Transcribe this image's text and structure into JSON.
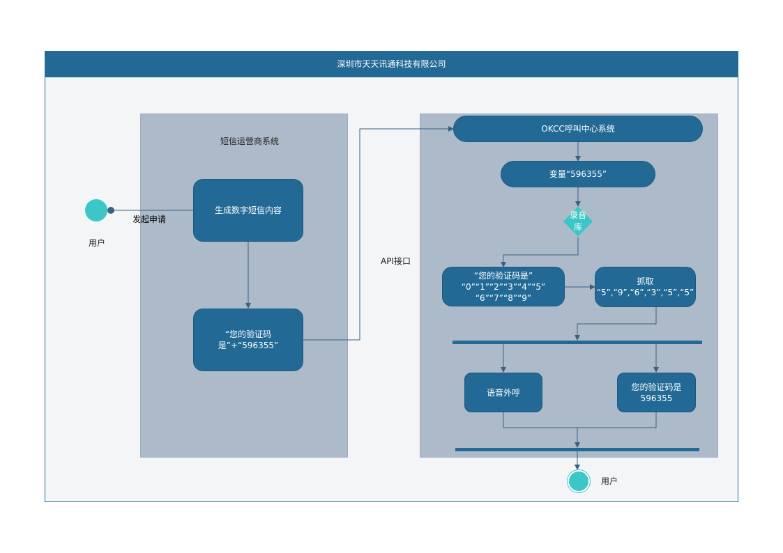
{
  "title": "深圳市天天讯通科技有限公司",
  "lanes": {
    "sms_title": "短信运营商系统"
  },
  "user_start_label": "用户",
  "user_end_label": "用户",
  "request_label": "发起申请",
  "api_label": "API接口",
  "nodes": {
    "generate_sms": "生成数字短信内容",
    "sms_code": "“您的验证码\n是”+“596355”",
    "okcc": "OKCC呼叫中心系统",
    "variable": "变量“596355”",
    "library": "录音\n库",
    "code_digits": "“您的验证码是”\n“0”“1”“2”“3”“4”“5”\n“6”“7”“8”“9”",
    "grab": "抓取\n“5”,“9”,“6”,“3”,“5”,“5”",
    "voice_call": "语音外呼",
    "final_code": "您的验证码是\n596355"
  },
  "colors": {
    "primary": "#226a95",
    "accent": "#3cc6c7",
    "lane": "#adbac9",
    "wire": "#3b5f7e"
  }
}
